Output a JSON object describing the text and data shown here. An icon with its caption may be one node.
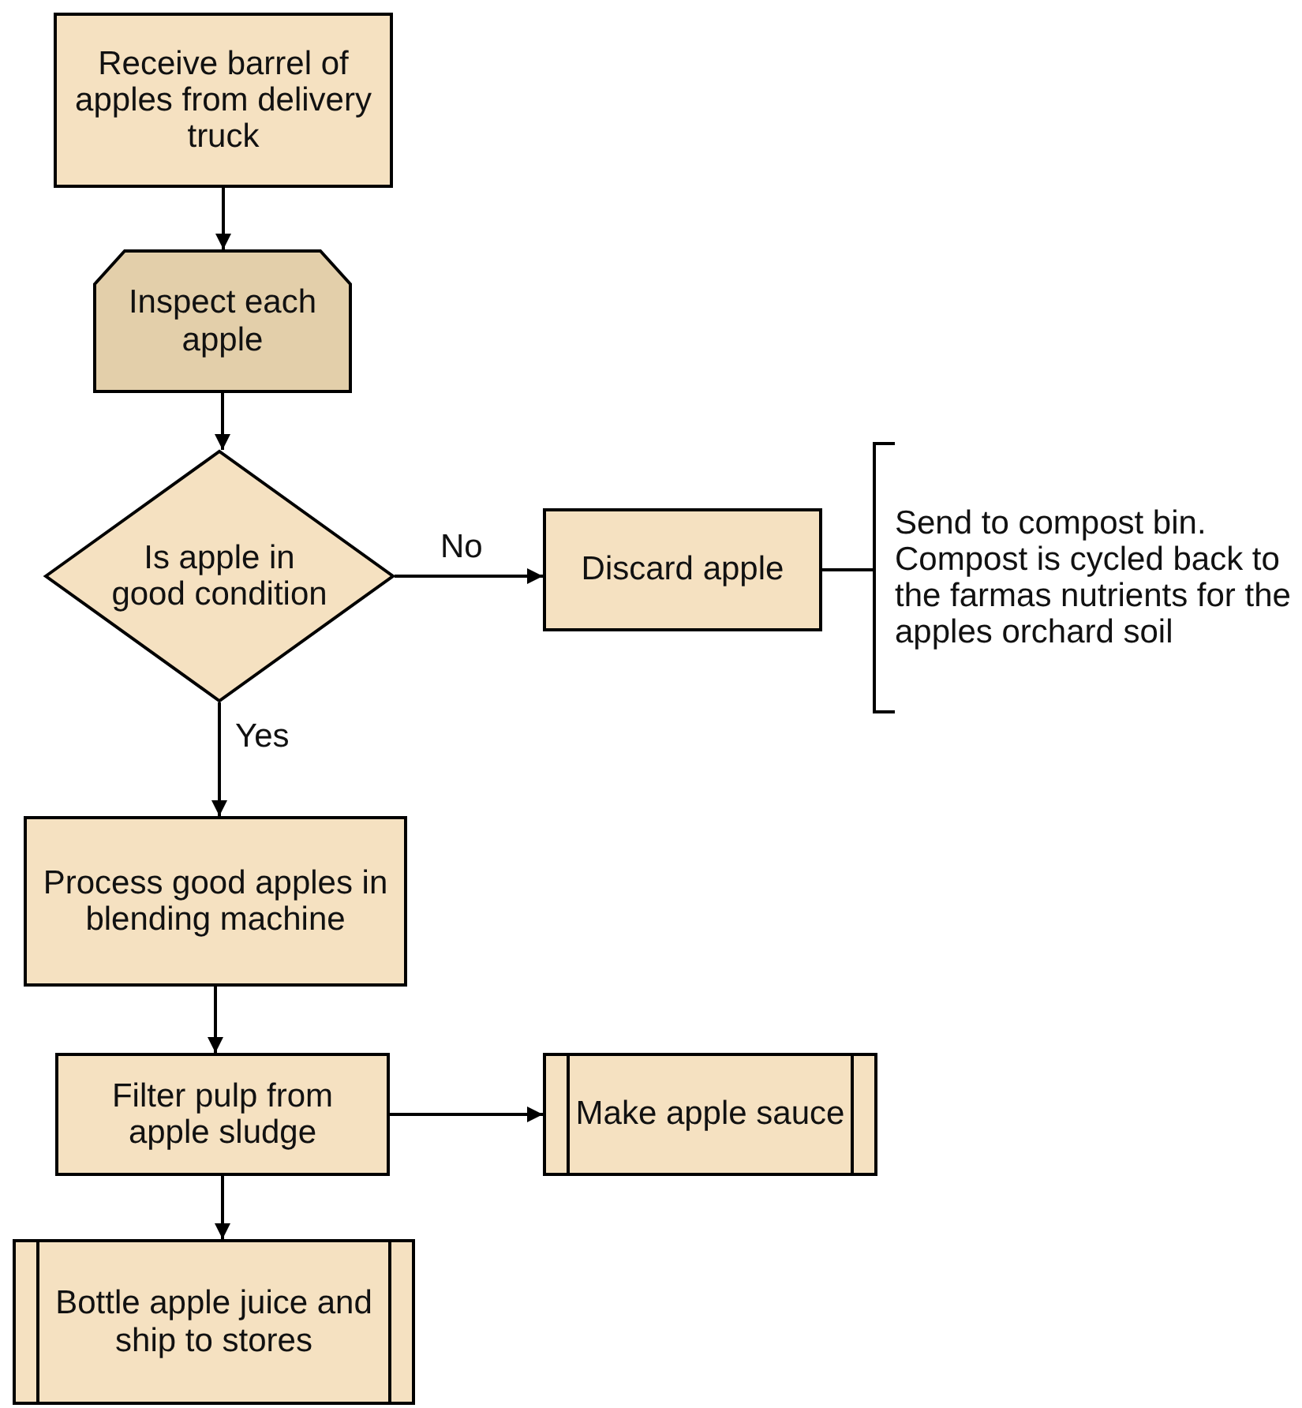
{
  "diagram": {
    "nodes": [
      {
        "text": [
          "Receive barrel of apples from delivery truck"
        ]
      },
      {
        "text": [
          "Inspect each apple"
        ]
      },
      {
        "text": [
          "Is apple in good condition"
        ]
      },
      {
        "text": [
          "Discard apple"
        ]
      },
      {
        "text": [
          "Send to compost bin. Compost is cycled back to the farmas nutrients for the apples orchard soil"
        ]
      },
      {
        "text": [
          "Process good apples in blending machine"
        ]
      },
      {
        "text": [
          "Filter pulp from apple sludge"
        ]
      },
      {
        "text": [
          "Make apple sauce"
        ]
      },
      {
        "text": [
          "Bottle apple juice and ship to stores"
        ]
      }
    ],
    "edges": [
      {
        "from": 0,
        "to": 1,
        "arrow": "to"
      },
      {
        "from": 1,
        "to": 2,
        "arrow": "to"
      },
      {
        "from": 2,
        "to": 3,
        "arrow": "to",
        "label": "No"
      },
      {
        "from": 3,
        "to": 4,
        "arrow": "none"
      },
      {
        "from": 2,
        "to": 5,
        "arrow": "to",
        "label": "Yes"
      },
      {
        "from": 5,
        "to": 6,
        "arrow": "to"
      },
      {
        "from": 6,
        "to": 7,
        "arrow": "to"
      },
      {
        "from": 6,
        "to": 8,
        "arrow": "to"
      }
    ]
  }
}
